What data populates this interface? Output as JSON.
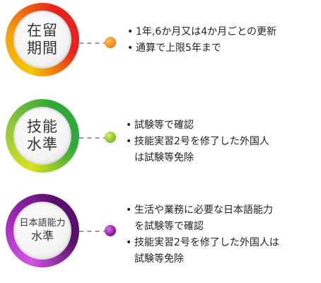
{
  "rows": [
    {
      "circle_lines": [
        "在留",
        "期間"
      ],
      "colors": {
        "ring_start": "#f6c700",
        "ring_end": "#e8221c",
        "dot": "#f18a1b"
      },
      "bullets": [
        {
          "text": "1年,6か月又は4か月ごとの更新"
        },
        {
          "text": "通算で上限5年まで"
        }
      ]
    },
    {
      "circle_lines": [
        "技能",
        "水準"
      ],
      "colors": {
        "ring_start": "#d9e21f",
        "ring_end": "#2ea836",
        "dot": "#8ac42a"
      },
      "bullets": [
        {
          "text": "試験等で確認"
        },
        {
          "text": "技能実習2号を修了した外国人"
        },
        {
          "text": "は試験等免除",
          "continuation": true
        }
      ]
    },
    {
      "circle_lines": [
        "日本語能力",
        "水準"
      ],
      "colors": {
        "ring_start": "#c03ed0",
        "ring_end": "#5a0f6e",
        "dot": "#8b1fa3"
      },
      "bullets": [
        {
          "text": "生活や業務に必要な日本語能力"
        },
        {
          "text": "を試験等で確認",
          "continuation": true
        },
        {
          "text": "技能実習2号を修了した外国人は"
        },
        {
          "text": "試験等免除",
          "continuation": true
        }
      ]
    }
  ]
}
